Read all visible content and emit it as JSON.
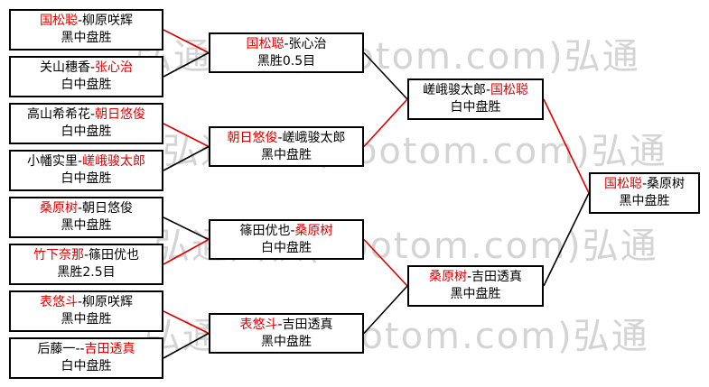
{
  "watermark": "弘通围棋(hootom.com)弘通",
  "colors": {
    "winner": "#e00000",
    "line_win": "#e00000",
    "line_lose": "#000000"
  },
  "round1": [
    {
      "p1": "国松聪",
      "sep": "-",
      "p2": "柳原咲辉",
      "winner": 1,
      "result": "黑中盘胜"
    },
    {
      "p1": "关山穗香",
      "sep": "-",
      "p2": "张心治",
      "winner": 2,
      "result": "白中盘胜"
    },
    {
      "p1": "高山希希花",
      "sep": "-",
      "p2": "朝日悠俊",
      "winner": 2,
      "result": "白中盘胜"
    },
    {
      "p1": "小幡实里",
      "sep": "-",
      "p2": "嵯峨骏太郎",
      "winner": 2,
      "result": "白中盘胜"
    },
    {
      "p1": "桑原树",
      "sep": "-",
      "p2": "朝日悠俊",
      "winner": 1,
      "result": "黑中盘胜"
    },
    {
      "p1": "竹下奈那",
      "sep": "-",
      "p2": "篠田优也",
      "winner": 1,
      "result": "黑胜2.5目"
    },
    {
      "p1": "表悠斗",
      "sep": "-",
      "p2": "柳原咲辉",
      "winner": 1,
      "result": "黑中盘胜"
    },
    {
      "p1": "后藤一",
      "sep": "--",
      "p2": "吉田透真",
      "winner": 2,
      "result": "白中盘胜"
    }
  ],
  "round2": [
    {
      "p1": "国松聪",
      "sep": "-",
      "p2": "张心治",
      "winner": 1,
      "result": "黑胜0.5目"
    },
    {
      "p1": "朝日悠俊",
      "sep": "-",
      "p2": "嵯峨骏太郎",
      "winner": 1,
      "result": "黑中盘胜"
    },
    {
      "p1": "篠田优也",
      "sep": "-",
      "p2": "桑原树",
      "winner": 2,
      "result": "白中盘胜"
    },
    {
      "p1": "表悠斗",
      "sep": "-",
      "p2": "吉田透真",
      "winner": 1,
      "result": "黑中盘胜"
    }
  ],
  "round3": [
    {
      "p1": "嵯峨骏太郎",
      "sep": "-",
      "p2": "国松聪",
      "winner": 2,
      "result": "白中盘胜"
    },
    {
      "p1": "桑原树",
      "sep": "-",
      "p2": "吉田透真",
      "winner": 1,
      "result": "黑中盘胜"
    }
  ],
  "final": [
    {
      "p1": "国松聪",
      "sep": "-",
      "p2": "桑原树",
      "winner": 1,
      "result": "黑中盘胜"
    }
  ]
}
